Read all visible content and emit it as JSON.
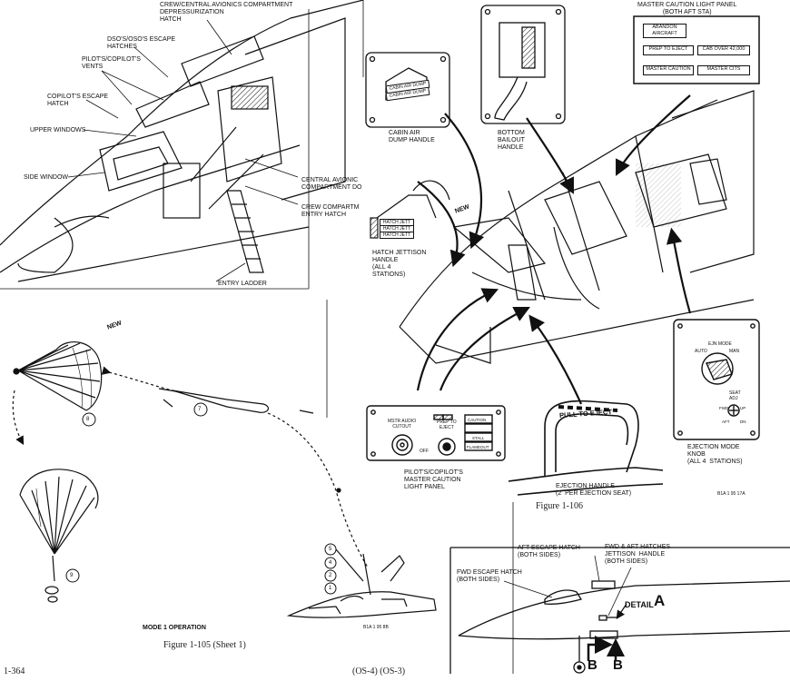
{
  "top_left": {
    "labels": [
      "CREW/CENTRAL AVIONICS COMPARTMENT\nDEPRESSURIZATION\nHATCH",
      "DSO'S/OSO'S ESCAPE\nHATCHES",
      "PILOT'S/COPILOT'S\nVENTS",
      "COPILOT'S ESCAPE\nHATCH",
      "UPPER WINDOWS",
      "SIDE WINDOW",
      "CENTRAL AVIONIC\nCOMPARTMENT DO",
      "CREW COMPARTM\nENTRY HATCH",
      "ENTRY LADDER"
    ]
  },
  "top_right": {
    "master_caution_title": "MASTER CAUTION LIGHT PANEL\n(BOTH AFT STA)",
    "panel_buttons": [
      "ABANDON\nAIRCRAFT",
      "PREP TO EJECT",
      "CAB OVER 42,000",
      "MASTER CAUTION",
      "MASTER CITS"
    ],
    "cabin_air_label": "CABIN AIR\nDUMP HANDLE",
    "cabin_air_strip_1": "CABIN AIR DUMP",
    "cabin_air_strip_2": "CABIN AIR DUMP",
    "bottom_bailout_label": "BOTTOM\nBAILOUT\nHANDLE",
    "hatch_jettison_label": "HATCH JETTISON\nHANDLE\n(ALL 4\nSTATIONS)",
    "hatch_strip_1": "HATCH JETT",
    "hatch_strip_2": "HATCH JETT",
    "hatch_strip_3": "HATCH JETT",
    "new_tag": "NEW",
    "ejection_mode_panel": {
      "title": "EJN MODE",
      "auto": "AUTO",
      "man": "MAN",
      "seat": "SEAT\nADJ",
      "fwd": "FWD",
      "dn": "DN",
      "up": "UP",
      "aft": "AFT"
    },
    "ejection_mode_label": "EJECTION MODE\nKNOB\n(ALL 4  STATIONS)",
    "pilot_panel": {
      "audio": "MSTR AUDIO\nCUTOUT",
      "prep": "PREP TO\nEJECT",
      "off": "OFF",
      "stall": "STALL",
      "flameout": "FLAMEOUT",
      "caution_small": "CAUTION"
    },
    "pilot_panel_label": "PILOT'S/COPILOT'S\nMASTER CAUTION\nLIGHT PANEL",
    "pull_to_eject": "PULL TO EJECT",
    "ejection_handle_label": "EJECTION HANDLE\n(2  PER EJECTION SEAT)",
    "figure_106": "Figure 1-106",
    "code_right": "B1A 1 95 17A"
  },
  "bottom_left": {
    "new_tag": "NEW",
    "numbers": [
      "8",
      "7",
      "9",
      "5",
      "4",
      "2",
      "1"
    ],
    "mode_title": "MODE 1 OPERATION",
    "figure_105": "Figure 1-105 (Sheet 1)",
    "code_left": "B1A 1 95 8B",
    "page_number": "1-364",
    "bottom_code": "(OS-4) (OS-3)"
  },
  "detail": {
    "aft_escape": "AFT ESCAPE HATCH\n(BOTH SIDES)",
    "fwd_aft_hatches": "FWD & AFT HATCHES\nJETTISON  HANDLE\n(BOTH SIDES)",
    "fwd_escape": "FWD ESCAPE HATCH\n(BOTH SIDES)",
    "detail_word": "DETAIL",
    "detail_letter": "A",
    "b1": "B",
    "b2": "B"
  }
}
